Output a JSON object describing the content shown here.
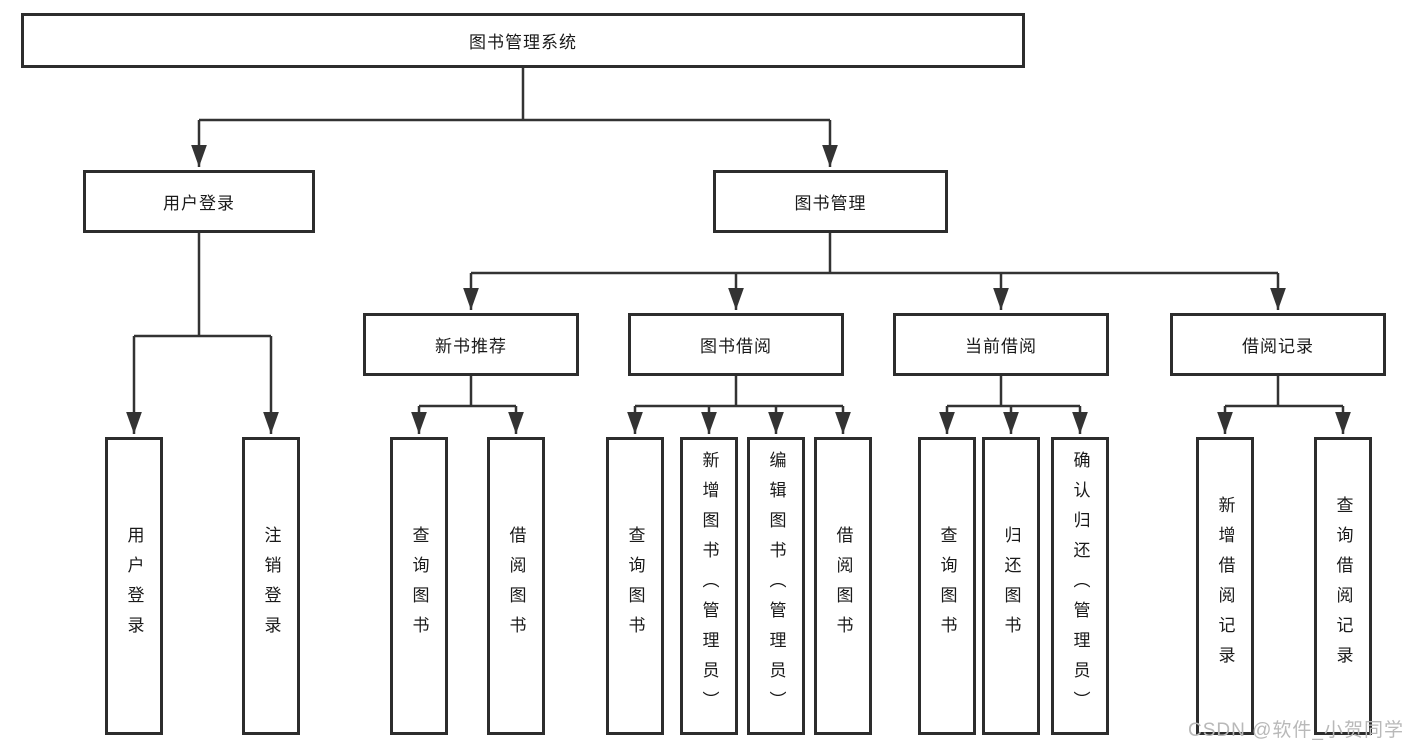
{
  "diagram": {
    "title": "图书管理系统",
    "root": {
      "label": "图书管理系统"
    },
    "level2": [
      {
        "label": "用户登录"
      },
      {
        "label": "图书管理"
      }
    ],
    "level3": [
      {
        "label": "新书推荐"
      },
      {
        "label": "图书借阅"
      },
      {
        "label": "当前借阅"
      },
      {
        "label": "借阅记录"
      }
    ],
    "leaves": [
      {
        "label": "用户登录",
        "parent": "用户登录"
      },
      {
        "label": "注销登录",
        "parent": "用户登录"
      },
      {
        "label": "查询图书",
        "parent": "新书推荐"
      },
      {
        "label": "借阅图书",
        "parent": "新书推荐"
      },
      {
        "label": "查询图书",
        "parent": "图书借阅"
      },
      {
        "label": "新增图书（管理员）",
        "parent": "图书借阅"
      },
      {
        "label": "编辑图书（管理员）",
        "parent": "图书借阅"
      },
      {
        "label": "借阅图书",
        "parent": "图书借阅"
      },
      {
        "label": "查询图书",
        "parent": "当前借阅"
      },
      {
        "label": "归还图书",
        "parent": "当前借阅"
      },
      {
        "label": "确认归还（管理员）",
        "parent": "当前借阅"
      },
      {
        "label": "新增借阅记录",
        "parent": "借阅记录"
      },
      {
        "label": "查询借阅记录",
        "parent": "借阅记录"
      }
    ],
    "watermark": "CSDN @软件_小贺同学",
    "colors": {
      "line": "#333333",
      "box_border": "#2d2d2d",
      "box_fill": "#ffffff",
      "text": "#1a1a1a",
      "watermark": "#b9b9b9"
    }
  }
}
